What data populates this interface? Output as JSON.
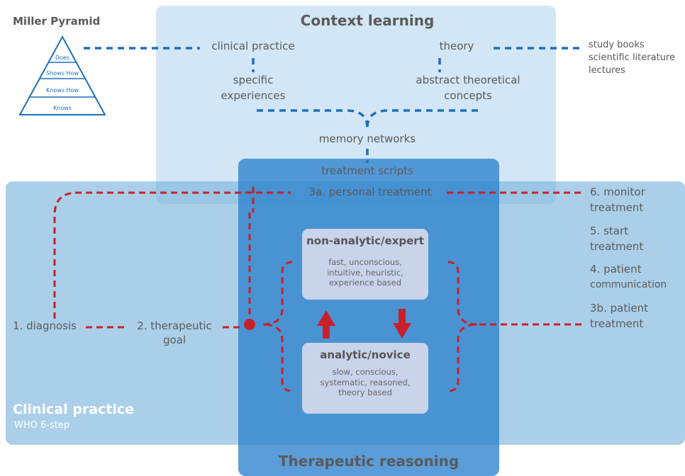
{
  "miller": {
    "title": "Miller Pyramid",
    "levels": [
      "Does",
      "Shows How",
      "Knows How",
      "Knows"
    ]
  },
  "context": {
    "title": "Context learning",
    "clinical_practice": "clinical practice",
    "theory": "theory",
    "specific_experiences": [
      "specific",
      "experiences"
    ],
    "abstract_concepts": [
      "abstract theoretical",
      "concepts"
    ],
    "memory_networks": "memory networks",
    "treatment_scripts": "treatment scripts",
    "sources": [
      "study books",
      "scientific literature",
      "lectures"
    ]
  },
  "clinical": {
    "title": "Clinical practice",
    "subtitle": "WHO 6-step",
    "steps": {
      "diagnosis": "1. diagnosis",
      "goal": [
        "2. therapeutic",
        "goal"
      ],
      "personal_treatment": "3a. personal treatment",
      "monitor": [
        "6. monitor",
        "treatment"
      ],
      "start": [
        "5. start",
        "treatment"
      ],
      "communication": [
        "4. patient",
        "communication"
      ],
      "patient_treatment": [
        "3b. patient",
        "treatment"
      ]
    }
  },
  "reasoning": {
    "title": "Therapeutic reasoning",
    "expert": {
      "title": "non-analytic/expert",
      "desc": [
        "fast, unconscious,",
        "intuitive, heuristic,",
        "experience based"
      ]
    },
    "novice": {
      "title": "analytic/novice",
      "desc": [
        "slow, conscious,",
        "systematic, reasoned,",
        "theory based"
      ]
    }
  },
  "colors": {
    "blue_dash": "#1f6fba",
    "red_dash": "#c8202a",
    "context_bg": "#d2e6f5",
    "clinical_bg": "#8fc0e3",
    "reasoning_bg": "#2f85cc",
    "mode_box": "#c9d3ea"
  }
}
